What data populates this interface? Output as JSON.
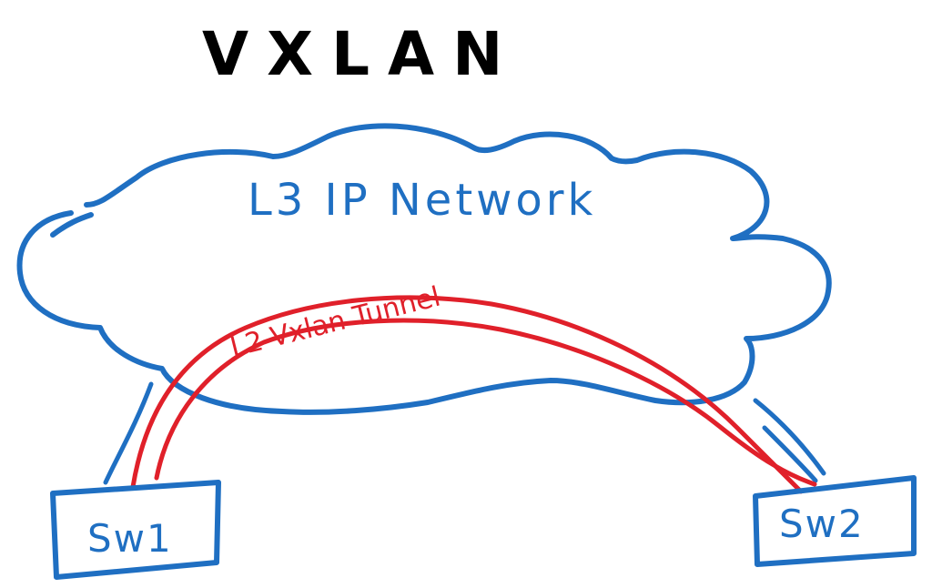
{
  "diagram": {
    "title": "VXLAN",
    "cloud_label": "L3 IP Network",
    "tunnel_label": "L2 Vxlan Tunnel",
    "nodes": [
      {
        "id": "sw1",
        "label": "Sw1"
      },
      {
        "id": "sw2",
        "label": "Sw2"
      }
    ]
  },
  "colors": {
    "ink": "#000000",
    "network": "#1f6fc2",
    "tunnel": "#e0202a",
    "background": "#ffffff"
  }
}
